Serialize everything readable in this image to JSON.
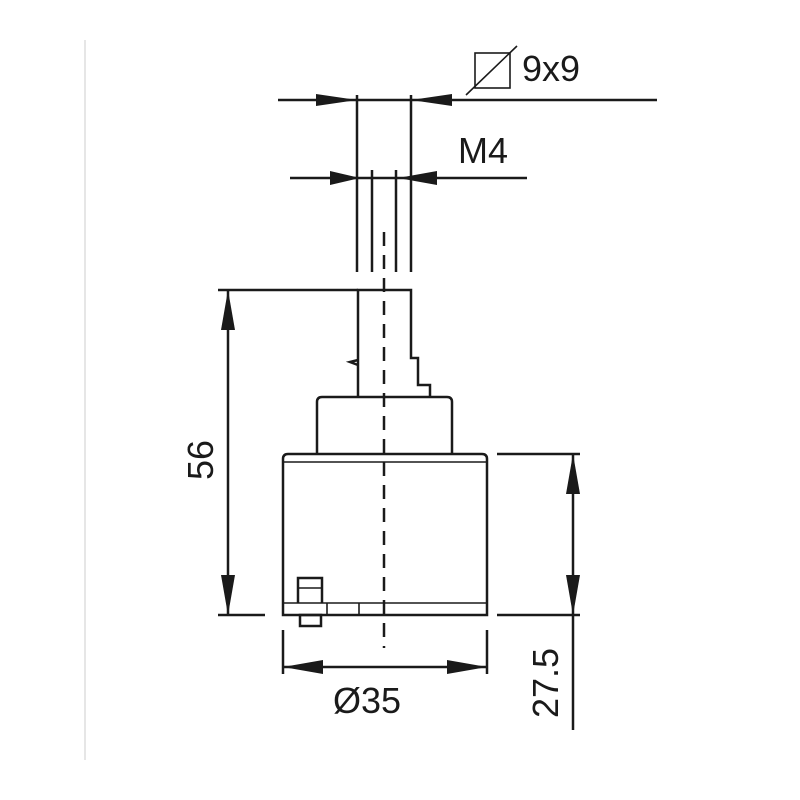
{
  "drawing": {
    "title": "Cartridge dimension drawing",
    "dimensions": {
      "square_drive": "9x9",
      "thread": "M4",
      "height_total": "56",
      "height_body": "27.5",
      "diameter": "Ø35"
    },
    "line_color": "#1a1a1a"
  }
}
